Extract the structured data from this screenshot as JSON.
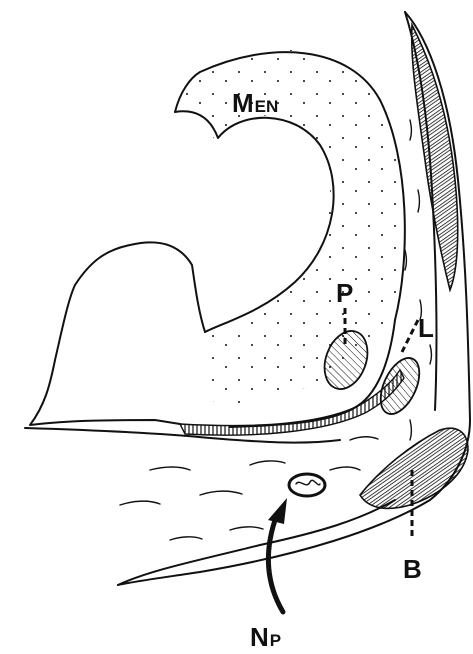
{
  "labels": {
    "men_main": "M",
    "men_sub": "EN",
    "p": "P",
    "l": "L",
    "b": "B",
    "np_main": "N",
    "np_sub": "P"
  },
  "colors": {
    "ink": "#111111",
    "paper": "#ffffff"
  }
}
